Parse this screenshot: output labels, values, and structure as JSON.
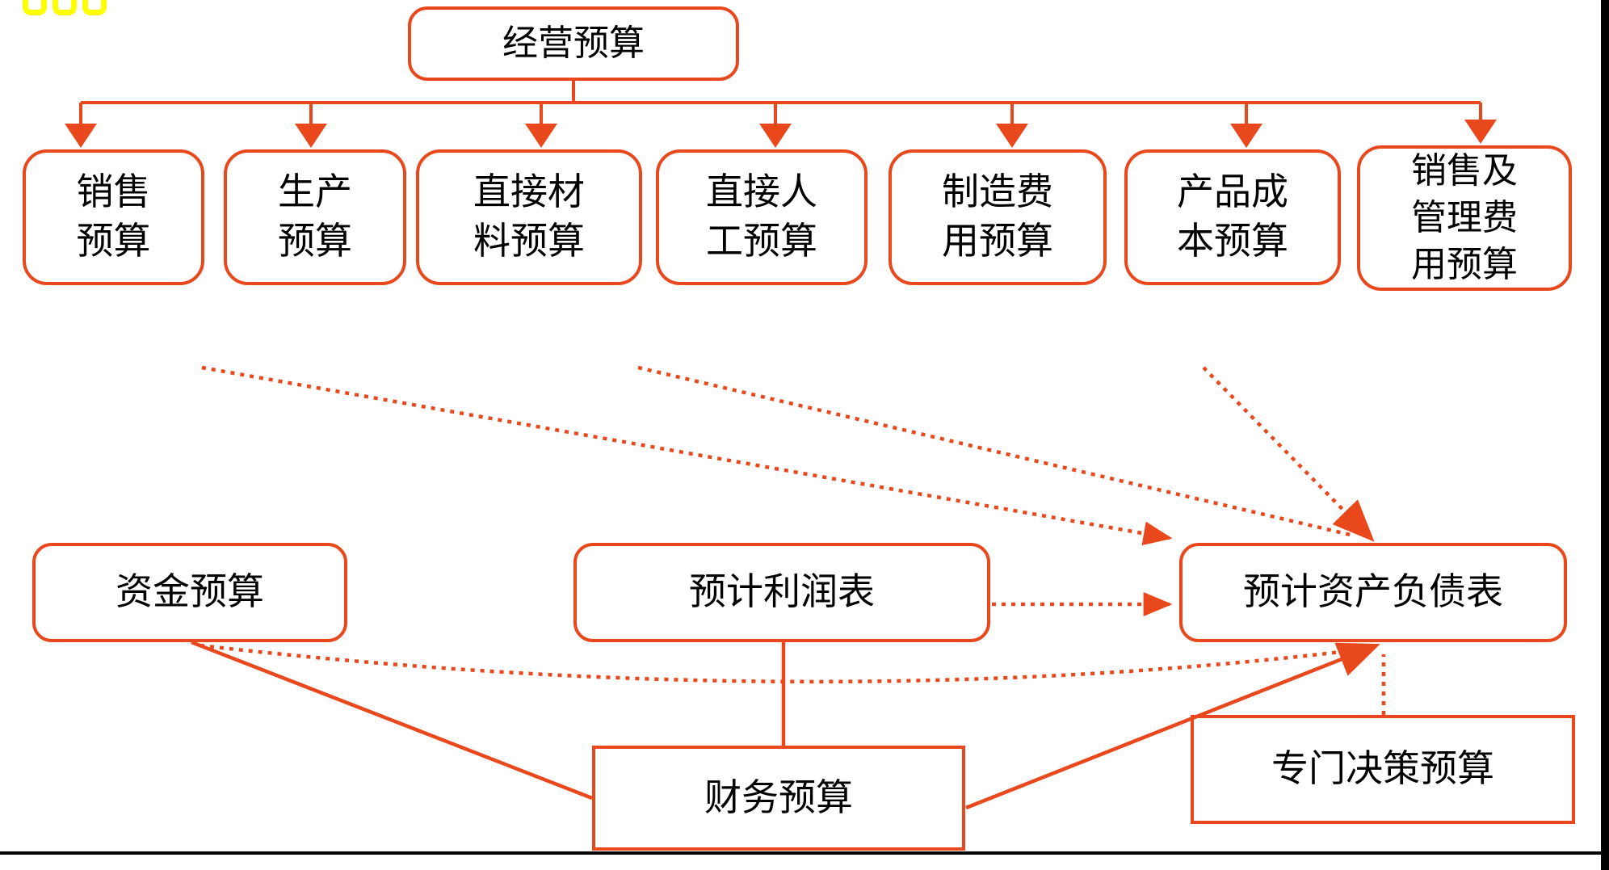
{
  "diagram": {
    "type": "flowchart",
    "language": "zh-CN",
    "topic": "企业全面预算体系 (master budget structure)",
    "colors": {
      "accent": "#e8481c",
      "text": "#000000",
      "background": "#ffffff",
      "corner_marks": "#ffff00",
      "frame": "#000000"
    },
    "nodes": {
      "operating_budget": "经营预算",
      "sales_budget": "销售\n预算",
      "production_budget": "生产\n预算",
      "direct_materials_budget": "直接材\n料预算",
      "direct_labor_budget": "直接人\n工预算",
      "manufacturing_overhead_budget": "制造费\n用预算",
      "product_cost_budget": "产品成\n本预算",
      "selling_admin_expense_budget": "销售及\n管理费\n用预算",
      "cash_budget": "资金预算",
      "budgeted_income_statement": "预计利润表",
      "budgeted_balance_sheet": "预计资产负债表",
      "financial_budget": "财务预算",
      "special_decision_budget": "专门决策预算"
    },
    "edges": [
      {
        "from": "经营预算",
        "to": "销售预算",
        "style": "solid-arrow"
      },
      {
        "from": "经营预算",
        "to": "生产预算",
        "style": "solid-arrow"
      },
      {
        "from": "经营预算",
        "to": "直接材料预算",
        "style": "solid-arrow"
      },
      {
        "from": "经营预算",
        "to": "直接人工预算",
        "style": "solid-arrow"
      },
      {
        "from": "经营预算",
        "to": "制造费用预算",
        "style": "solid-arrow"
      },
      {
        "from": "经营预算",
        "to": "产品成本预算",
        "style": "solid-arrow"
      },
      {
        "from": "经营预算",
        "to": "销售及管理费用预算",
        "style": "solid-arrow"
      },
      {
        "from": "销售预算",
        "to": "预计资产负债表",
        "style": "dotted-arrow"
      },
      {
        "from": "直接材料预算",
        "to": "预计资产负债表",
        "style": "dotted-arrow"
      },
      {
        "from": "产品成本预算",
        "to": "预计资产负债表",
        "style": "dotted-arrow"
      },
      {
        "from": "预计利润表",
        "to": "预计资产负债表",
        "style": "dotted-arrow"
      },
      {
        "from": "资金预算",
        "to": "预计资产负债表",
        "style": "dotted-arrow"
      },
      {
        "from": "专门决策预算",
        "to": "预计资产负债表",
        "style": "dotted-arrow"
      },
      {
        "from": "资金预算",
        "to": "财务预算",
        "style": "solid-line"
      },
      {
        "from": "预计利润表",
        "to": "财务预算",
        "style": "solid-line"
      },
      {
        "from": "财务预算",
        "to": "预计资产负债表",
        "style": "solid-arrow"
      }
    ]
  }
}
